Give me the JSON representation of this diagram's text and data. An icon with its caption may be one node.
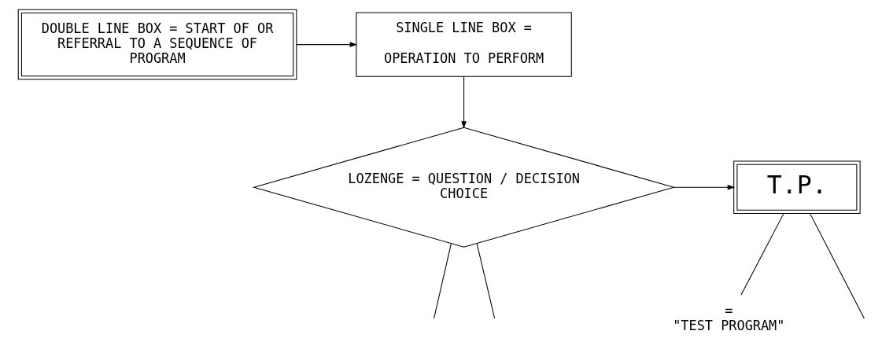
{
  "diagram": {
    "nodes": [
      {
        "text": [
          "DOUBLE LINE BOX = START OF OR REFERRAL TO A SEQUENCE OF PROGRAM"
        ]
      },
      {
        "text": [
          "SINGLE LINE BOX =",
          "OPERATION TO PERFORM"
        ]
      },
      {
        "text": [
          "LOZENGE = QUESTION / DECISION CHOICE"
        ]
      },
      {
        "text": [
          "T.P."
        ],
        "beside": [
          "=",
          "\"TEST PROGRAM\""
        ]
      }
    ],
    "edges": [
      {
        "from": 0,
        "to": 1,
        "arrow": "to"
      },
      {
        "from": 1,
        "to": 2,
        "arrow": "to"
      },
      {
        "from": 2,
        "to": 3,
        "arrow": "to"
      },
      {
        "from": 2,
        "to": null,
        "arrow": "none"
      },
      {
        "from": 2,
        "to": null,
        "arrow": "none"
      },
      {
        "from": 3,
        "to": null,
        "arrow": "none"
      }
    ]
  }
}
